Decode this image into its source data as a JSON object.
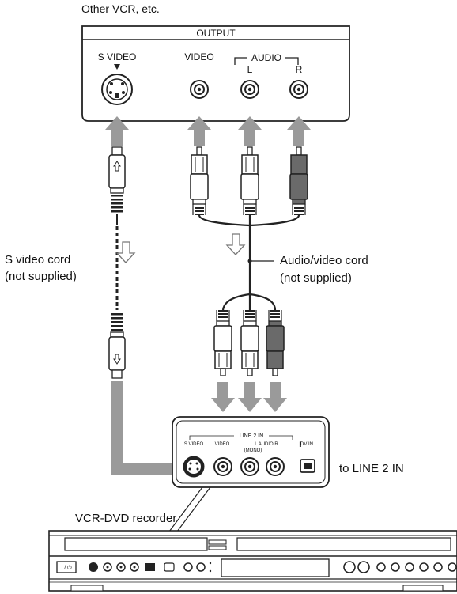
{
  "source_device": {
    "title": "Other VCR, etc.",
    "panel_label": "OUTPUT",
    "s_video_label": "S VIDEO",
    "video_label": "VIDEO",
    "audio_label": "AUDIO",
    "audio_l_label": "L",
    "audio_r_label": "R"
  },
  "cords": {
    "s_video_cord_line1": "S video cord",
    "s_video_cord_line2": "(not supplied)",
    "av_cord_line1": "Audio/video cord",
    "av_cord_line2": "(not supplied)"
  },
  "recorder_panel": {
    "header": "LINE 2 IN",
    "s_video": "S VIDEO",
    "video": "VIDEO",
    "audio": "L  AUDIO  R",
    "mono": "(MONO)",
    "dv_in": "DV IN",
    "destination_text": "to LINE 2 IN"
  },
  "recorder": {
    "name": "VCR-DVD recorder",
    "eject_label": "I / ⏻"
  },
  "colors": {
    "arrow": "#9a9a9a",
    "plug_dark": "#6a6a6a",
    "outline": "#222222"
  }
}
